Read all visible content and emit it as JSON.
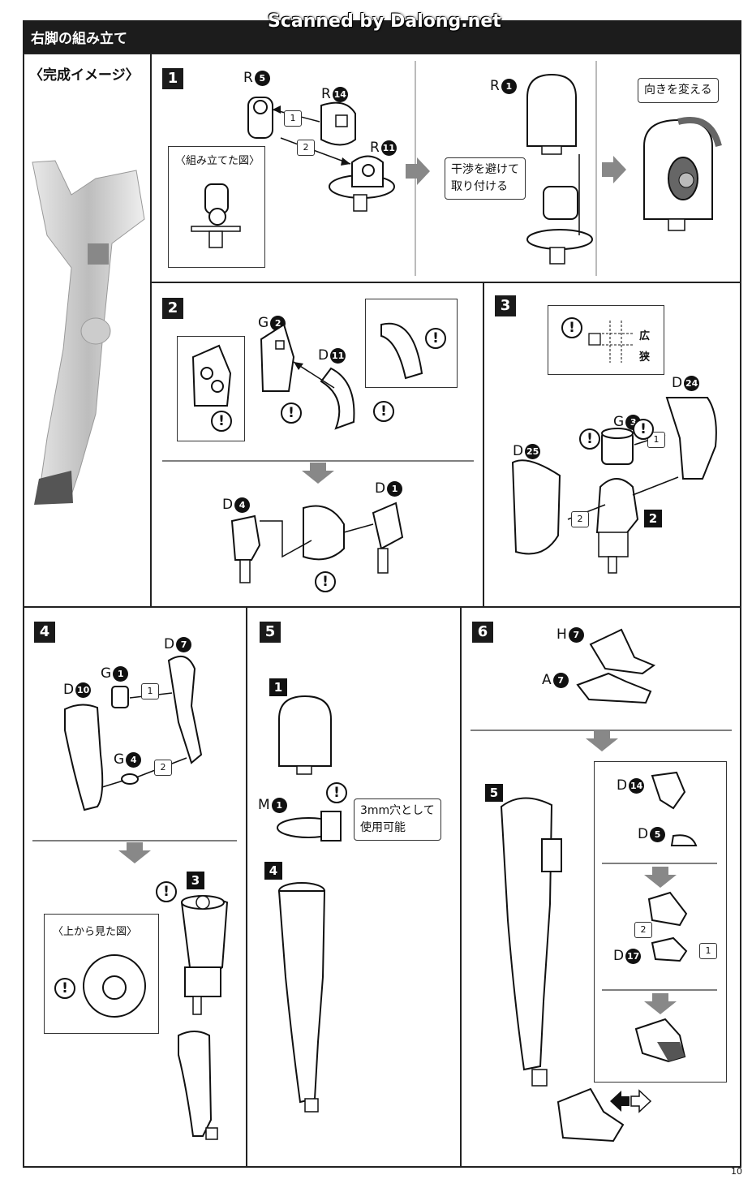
{
  "header": {
    "title": "右脚の組み立て",
    "watermark": "Scanned by Dalong.net"
  },
  "completed_image": {
    "label": "〈完成イメージ〉"
  },
  "step1": {
    "num": "1",
    "parts": [
      {
        "letter": "R",
        "num": "5"
      },
      {
        "letter": "R",
        "num": "14"
      },
      {
        "letter": "R",
        "num": "11"
      },
      {
        "letter": "R",
        "num": "1"
      }
    ],
    "assembled_label": "〈組み立てた図〉",
    "note_avoid_line1": "干渉を避けて",
    "note_avoid_line2": "取り付ける",
    "note_rotate": "向きを変える",
    "order": [
      "1",
      "2"
    ]
  },
  "step2": {
    "num": "2",
    "parts": [
      {
        "letter": "G",
        "num": "2"
      },
      {
        "letter": "D",
        "num": "11"
      },
      {
        "letter": "D",
        "num": "4"
      },
      {
        "letter": "D",
        "num": "1"
      }
    ],
    "warn": "!"
  },
  "step3": {
    "num": "3",
    "parts": [
      {
        "letter": "G",
        "num": "3"
      },
      {
        "letter": "D",
        "num": "24"
      },
      {
        "letter": "D",
        "num": "25"
      }
    ],
    "wide": "広",
    "narrow": "狭",
    "ref": "2",
    "order": [
      "1",
      "2"
    ]
  },
  "step4": {
    "num": "4",
    "parts": [
      {
        "letter": "D",
        "num": "7"
      },
      {
        "letter": "G",
        "num": "1"
      },
      {
        "letter": "D",
        "num": "10"
      },
      {
        "letter": "G",
        "num": "4"
      }
    ],
    "top_view_label": "〈上から見た図〉",
    "ref": "3",
    "order": [
      "1",
      "2"
    ]
  },
  "step5": {
    "num": "5",
    "ref_top": "1",
    "ref_bottom": "4",
    "part": {
      "letter": "M",
      "num": "1"
    },
    "note_line1": "3mm穴として",
    "note_line2": "使用可能"
  },
  "step6": {
    "num": "6",
    "parts": [
      {
        "letter": "H",
        "num": "7"
      },
      {
        "letter": "A",
        "num": "7"
      },
      {
        "letter": "D",
        "num": "14"
      },
      {
        "letter": "D",
        "num": "5"
      },
      {
        "letter": "D",
        "num": "17"
      }
    ],
    "ref": "5",
    "order": [
      "2",
      "1"
    ]
  },
  "page_number": "10"
}
